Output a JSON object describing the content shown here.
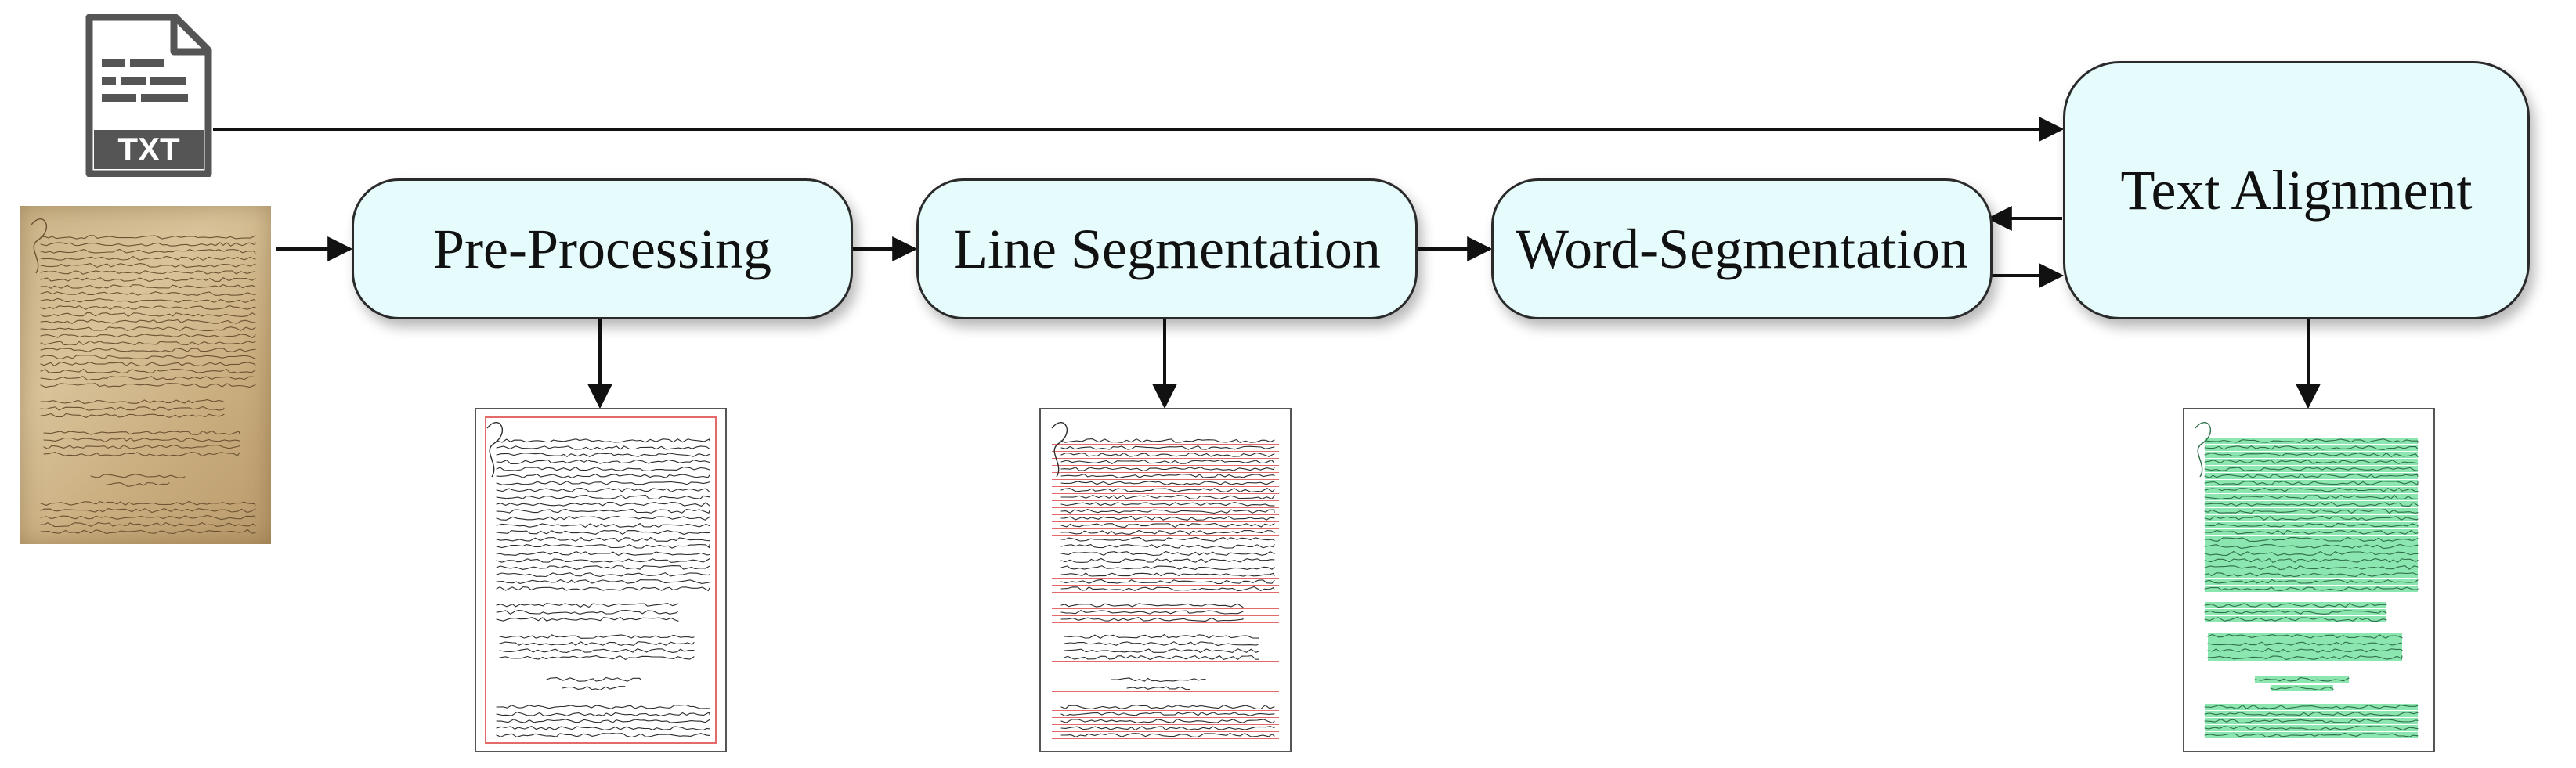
{
  "input": {
    "txt_icon_label": "TXT",
    "icon": "txt-file-icon",
    "manuscript": "handwritten-manuscript-scan"
  },
  "stages": {
    "pre_processing": "Pre-Processing",
    "line_segmentation": "Line Segmentation",
    "word_segmentation": "Word-Segmentation",
    "text_alignment": "Text Alignment"
  },
  "colors": {
    "stage_fill": "#e6fbfc",
    "stage_border": "#2a2a2a",
    "arrow": "#111111",
    "paper": "#cdb58a",
    "line_overlay": "#e46a6a",
    "alignment_highlight": "#7ee3a6"
  }
}
